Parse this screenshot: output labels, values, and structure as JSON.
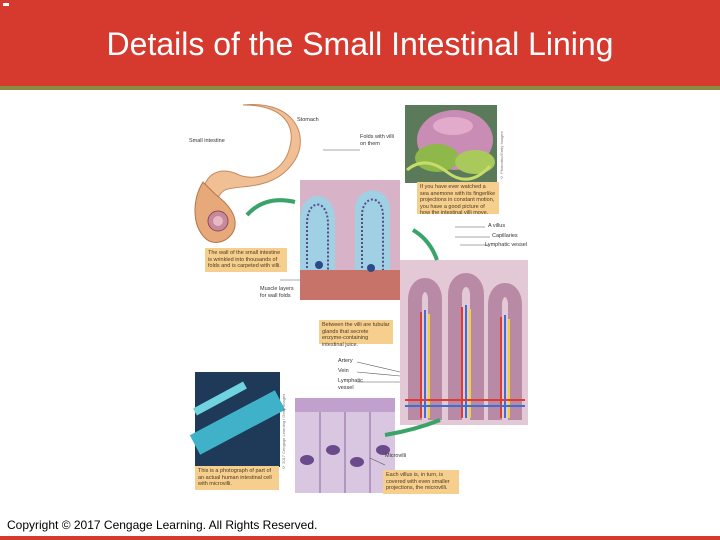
{
  "title": "Details of the Small Intestinal Lining",
  "footer": "Copyright © 2017 Cengage Learning. All Rights Reserved.",
  "colors": {
    "header": "#d63a2f",
    "accent_rule": "#8a8a40",
    "callout": "#f6cf8e",
    "arrow": "#3aa36a"
  },
  "figure": {
    "labels": {
      "stomach": "Stomach",
      "small_intestine": "Small intestine",
      "folds": "Folds with villi on them",
      "muscle": "Muscle layers for wall folds",
      "villus": "A villus",
      "capillaries": "Capillaries",
      "lymphatic_top": "Lymphatic vessel",
      "artery": "Artery",
      "vein": "Vein",
      "lymphatic_mid": "Lymphatic vessel",
      "microvilli": "Microvilli"
    },
    "callouts": {
      "wall": "The wall of the small intestine is wrinkled into thousands of folds and is carpeted with villi.",
      "anemone": "If you have ever watched a sea anemone with its fingerlike projections in constant motion, you have a good picture of how the intestinal villi move.",
      "glands": "Between the villi are tubular glands that secrete enzyme-containing intestinal juice.",
      "photo": "This is a photograph of part of an actual human intestinal cell with microvilli.",
      "each_villus": "Each villus is, in turn, is covered with even smaller projections, the microvilli."
    },
    "credits": {
      "anemone": "© Photodisc/Getty Images",
      "photo": "© 2017 Cengage Learning / Getty Images"
    }
  }
}
